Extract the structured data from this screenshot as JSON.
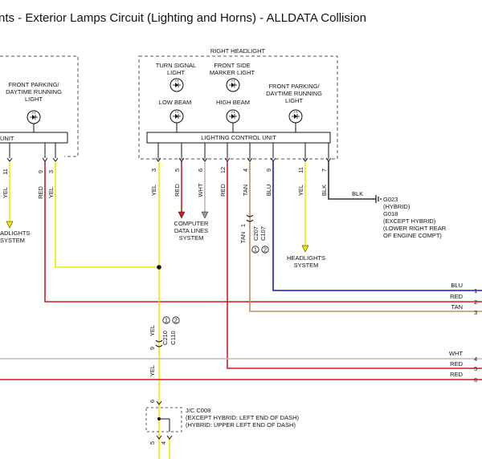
{
  "page_title": "nts - Exterior Lamps Circuit (Lighting and Horns) - ALLDATA Collision",
  "colors": {
    "yellow": "#f5e800",
    "red": "#cc1f1f",
    "white": "#bbbbbb",
    "tan": "#b8955a",
    "blue": "#1a1acc",
    "black": "#333333"
  },
  "left_box": {
    "lamp_label": "FRONT PARKING/\nDAYTIME RUNNING\nLIGHT",
    "unit_fragment": "UNIT"
  },
  "right_headlight": {
    "title": "RIGHT HEADLIGHT",
    "turn_signal": "TURN SIGNAL\nLIGHT",
    "front_side_marker": "FRONT SIDE\nMARKER LIGHT",
    "low_beam": "LOW BEAM",
    "high_beam": "HIGH BEAM",
    "front_parking": "FRONT PARKING/\nDAYTIME RUNNING\nLIGHT",
    "control_unit": "LIGHTING CONTROL UNIT"
  },
  "left_pins": [
    {
      "pin": "11",
      "wire": "YEL"
    },
    {
      "pin": "9",
      "wire": "RED"
    },
    {
      "pin": "3",
      "wire": "YEL"
    }
  ],
  "right_pins": [
    {
      "pin": "3",
      "wire": "YEL"
    },
    {
      "pin": "5",
      "wire": "RED"
    },
    {
      "pin": "6",
      "wire": "WHT"
    },
    {
      "pin": "12",
      "wire": "RED"
    },
    {
      "pin": "4",
      "wire": "TAN"
    },
    {
      "pin": "9",
      "wire": "BLU"
    },
    {
      "pin": "11",
      "wire": "YEL"
    },
    {
      "pin": "7",
      "wire": "BLK"
    }
  ],
  "left_headlights_system": "ADLIGHTS\nSYSTEM",
  "computer_data_lines": "COMPUTER\nDATA LINES\nSYSTEM",
  "headlights_system": "HEADLIGHTS\nSYSTEM",
  "blk_label": "BLK",
  "ground": "G023\n(HYBRID)\nG018\n(EXCEPT HYBRID)\n(LOWER RIGHT REAR\nOF ENGINE COMPT)",
  "c207": {
    "pin": "1",
    "wire": "TAN",
    "c1": "C207",
    "c2": "C107",
    "n1": "1",
    "n2": "2"
  },
  "c210": {
    "pin": "9",
    "wire": "YEL",
    "c1": "C210",
    "c2": "C110",
    "n1": "1",
    "n2": "2"
  },
  "yel_lower": "YEL",
  "bus_lines": [
    {
      "label": "BLU",
      "num": "1"
    },
    {
      "label": "RED",
      "num": "2"
    },
    {
      "label": "TAN",
      "num": "3"
    },
    {
      "label": "WHT",
      "num": "4"
    },
    {
      "label": "RED",
      "num": "5"
    },
    {
      "label": "RED",
      "num": "6"
    }
  ],
  "jc008": {
    "pin_top": "6",
    "pin_bl": "5",
    "pin_br": "4",
    "text": "J/C C008\n(EXCEPT HYBRID: LEFT END OF DASH)\n(HYBRID: UPPER LEFT END OF DASH)"
  }
}
